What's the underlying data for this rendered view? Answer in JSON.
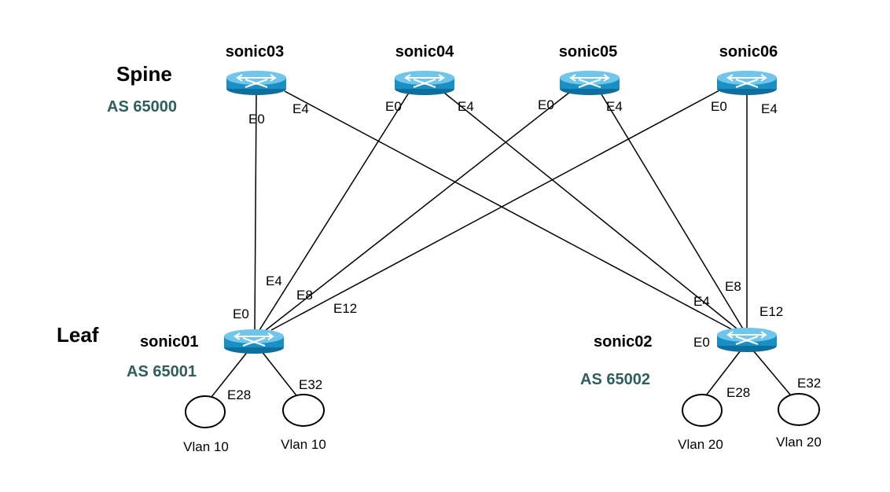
{
  "tiers": {
    "spine": {
      "label": "Spine",
      "as": "AS 65000"
    },
    "leaf": {
      "label": "Leaf"
    }
  },
  "nodes": {
    "sonic03": {
      "name": "sonic03"
    },
    "sonic04": {
      "name": "sonic04"
    },
    "sonic05": {
      "name": "sonic05"
    },
    "sonic06": {
      "name": "sonic06"
    },
    "sonic01": {
      "name": "sonic01",
      "as": "AS 65001"
    },
    "sonic02": {
      "name": "sonic02",
      "as": "AS 65002"
    }
  },
  "ports": {
    "s3_e0": "E0",
    "s3_e4": "E4",
    "s4_e0": "E0",
    "s4_e4": "E4",
    "s5_e0": "E0",
    "s5_e4": "E4",
    "s6_e0": "E0",
    "s6_e4": "E4",
    "l1_e0": "E0",
    "l1_e4": "E4",
    "l1_e8": "E8",
    "l1_e12": "E12",
    "l1_e28": "E28",
    "l1_e32": "E32",
    "l2_e0": "E0",
    "l2_e4": "E4",
    "l2_e8": "E8",
    "l2_e12": "E12",
    "l2_e28": "E28",
    "l2_e32": "E32"
  },
  "hosts": {
    "h1": "Vlan 10",
    "h2": "Vlan 10",
    "h3": "Vlan 20",
    "h4": "Vlan 20"
  },
  "colors": {
    "as_text": "#2e5e5e",
    "router_body": "#1a8fc4",
    "router_top": "#6fc6ea",
    "line": "#000000"
  },
  "icons": {
    "router": "router-icon",
    "host": "host-circle"
  }
}
